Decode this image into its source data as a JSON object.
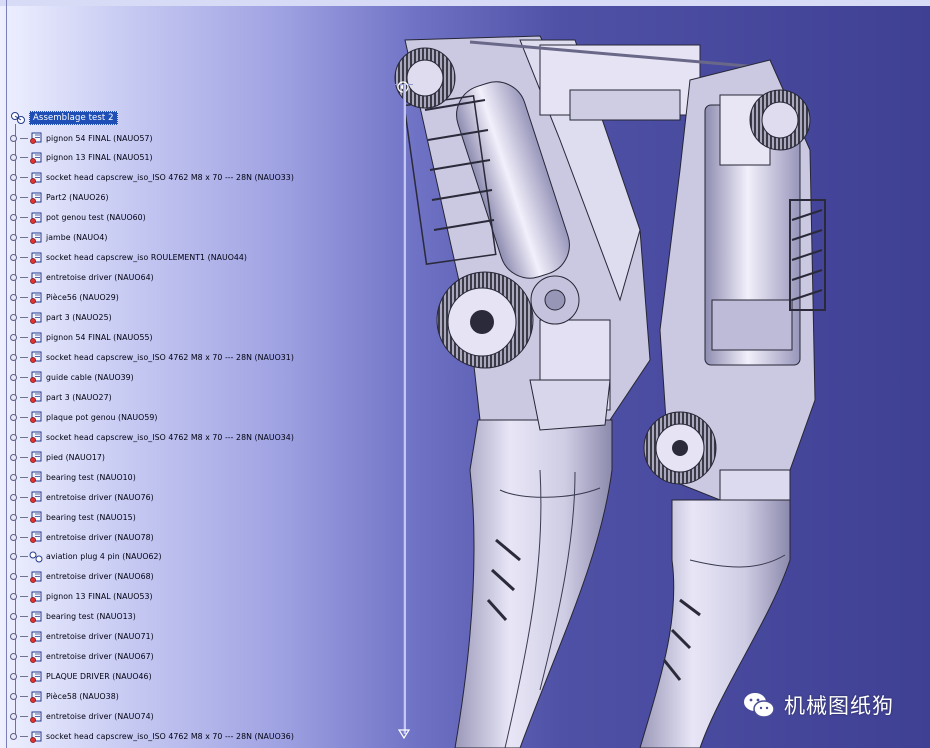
{
  "tree": {
    "root_label": "Assemblage test 2",
    "nodes": [
      {
        "label": "pignon 54 FINAL (NAUO57)",
        "icon": "part-icon"
      },
      {
        "label": "pignon 13 FINAL (NAUO51)",
        "icon": "part-icon"
      },
      {
        "label": "socket head capscrew_iso_ISO 4762 M8 x 70 --- 28N (NAUO33)",
        "icon": "part-icon"
      },
      {
        "label": "Part2 (NAUO26)",
        "icon": "part-icon"
      },
      {
        "label": "pot genou test (NAUO60)",
        "icon": "part-icon"
      },
      {
        "label": "jambe (NAUO4)",
        "icon": "part-icon"
      },
      {
        "label": "socket head capscrew_iso ROULEMENT1 (NAUO44)",
        "icon": "part-icon"
      },
      {
        "label": "entretoise driver (NAUO64)",
        "icon": "part-icon"
      },
      {
        "label": "Pièce56 (NAUO29)",
        "icon": "part-icon"
      },
      {
        "label": "part 3 (NAUO25)",
        "icon": "part-icon"
      },
      {
        "label": "pignon 54 FINAL (NAUO55)",
        "icon": "part-icon"
      },
      {
        "label": "socket head capscrew_iso_ISO 4762 M8 x 70 --- 28N (NAUO31)",
        "icon": "part-icon"
      },
      {
        "label": "guide cable (NAUO39)",
        "icon": "part-icon"
      },
      {
        "label": "part 3 (NAUO27)",
        "icon": "part-icon"
      },
      {
        "label": "plaque pot genou (NAUO59)",
        "icon": "part-icon"
      },
      {
        "label": "socket head capscrew_iso_ISO 4762 M8 x 70 --- 28N (NAUO34)",
        "icon": "part-icon"
      },
      {
        "label": "pied (NAUO17)",
        "icon": "part-icon"
      },
      {
        "label": "bearing test (NAUO10)",
        "icon": "part-icon"
      },
      {
        "label": "entretoise driver (NAUO76)",
        "icon": "part-icon"
      },
      {
        "label": "bearing test (NAUO15)",
        "icon": "part-icon"
      },
      {
        "label": "entretoise driver (NAUO78)",
        "icon": "part-icon"
      },
      {
        "label": "aviation plug 4 pin (NAUO62)",
        "icon": "assembly-icon"
      },
      {
        "label": "entretoise driver (NAUO68)",
        "icon": "part-icon"
      },
      {
        "label": "pignon 13 FINAL (NAUO53)",
        "icon": "part-icon"
      },
      {
        "label": "bearing test (NAUO13)",
        "icon": "part-icon"
      },
      {
        "label": "entretoise driver (NAUO71)",
        "icon": "part-icon"
      },
      {
        "label": "entretoise driver (NAUO67)",
        "icon": "part-icon"
      },
      {
        "label": "PLAQUE DRIVER (NAUO46)",
        "icon": "part-icon"
      },
      {
        "label": "Pièce58 (NAUO38)",
        "icon": "part-icon"
      },
      {
        "label": "entretoise driver (NAUO74)",
        "icon": "part-icon"
      },
      {
        "label": "socket head capscrew_iso_ISO 4762 M8 x 70 --- 28N (NAUO36)",
        "icon": "part-icon"
      }
    ]
  },
  "watermark": {
    "text": "机械图纸狗",
    "icon": "wechat-icon"
  },
  "colors": {
    "selection": "#1f4fb6",
    "background_dark": "#3f4094",
    "background_light": "#eef0ff",
    "model_fill": "#d4d2e6",
    "model_stroke": "#2a2a3a"
  }
}
